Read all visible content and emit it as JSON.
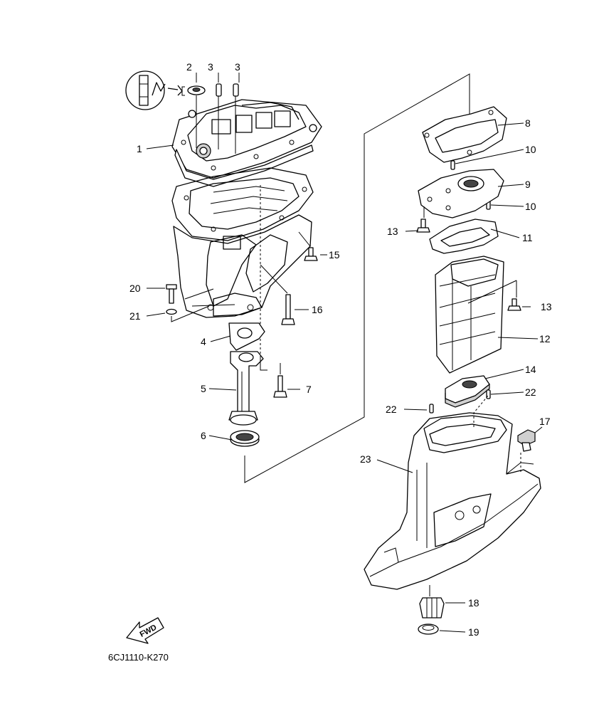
{
  "diagram_code": "6CJ1110-K270",
  "fwd_label": "FWD",
  "callouts": [
    "1",
    "2",
    "3",
    "3",
    "4",
    "5",
    "6",
    "7",
    "8",
    "9",
    "10",
    "10",
    "11",
    "12",
    "13",
    "13",
    "14",
    "15",
    "16",
    "17",
    "18",
    "19",
    "20",
    "21",
    "22",
    "22",
    "23"
  ]
}
